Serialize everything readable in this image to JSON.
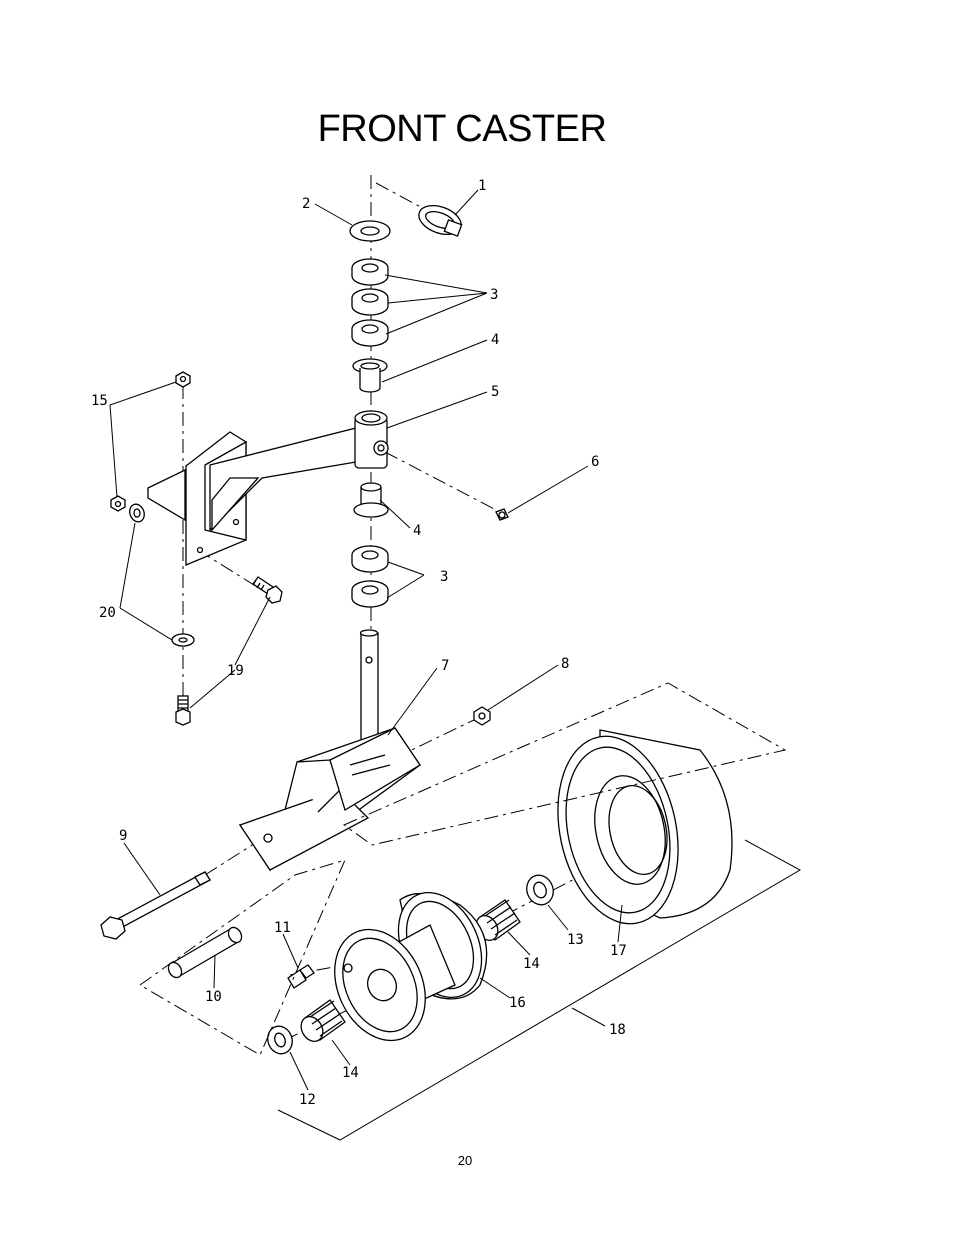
{
  "title": "FRONT CASTER",
  "page_number": "20",
  "callouts": {
    "c1": "1",
    "c2": "2",
    "c3a": "3",
    "c3b": "3",
    "c4a": "4",
    "c4b": "4",
    "c5": "5",
    "c6": "6",
    "c7": "7",
    "c8": "8",
    "c9": "9",
    "c10": "10",
    "c11": "11",
    "c12": "12",
    "c13": "13",
    "c14a": "14",
    "c14b": "14",
    "c15": "15",
    "c16": "16",
    "c17": "17",
    "c18": "18",
    "c19": "19",
    "c20": "20"
  }
}
